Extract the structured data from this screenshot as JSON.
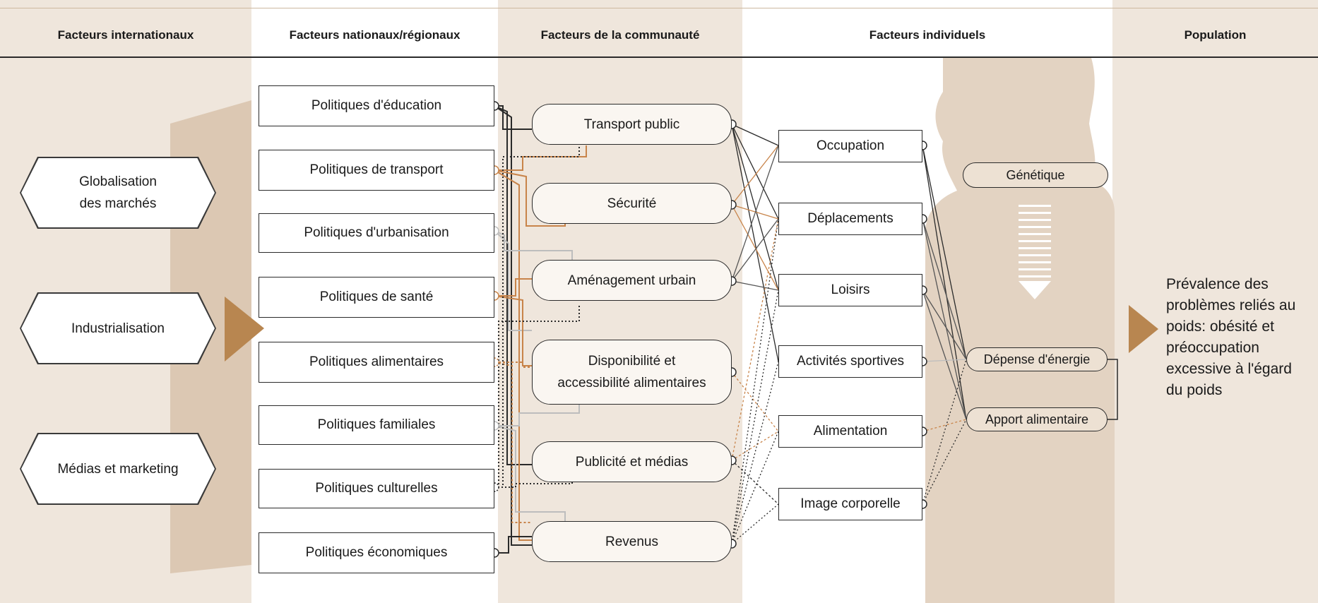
{
  "columns": [
    {
      "label": "Facteurs internationaux"
    },
    {
      "label": "Facteurs nationaux/régionaux"
    },
    {
      "label": "Facteurs de la communauté"
    },
    {
      "label": "Facteurs individuels"
    },
    {
      "label": "Population"
    }
  ],
  "international": [
    {
      "label": "Globalisation\ndes marchés"
    },
    {
      "label": "Industrialisation"
    },
    {
      "label": "Médias et marketing"
    }
  ],
  "national": [
    {
      "label": "Politiques d'éducation"
    },
    {
      "label": "Politiques de transport"
    },
    {
      "label": "Politiques d'urbanisation"
    },
    {
      "label": "Politiques de santé"
    },
    {
      "label": "Politiques alimentaires"
    },
    {
      "label": "Politiques familiales"
    },
    {
      "label": "Politiques culturelles"
    },
    {
      "label": "Politiques économiques"
    }
  ],
  "community": [
    {
      "label": "Transport public"
    },
    {
      "label": "Sécurité"
    },
    {
      "label": "Aménagement urbain"
    },
    {
      "label": "Disponibilité et\naccessibilité alimentaires"
    },
    {
      "label": "Publicité et médias"
    },
    {
      "label": "Revenus"
    }
  ],
  "individual": [
    {
      "label": "Occupation"
    },
    {
      "label": "Déplacements"
    },
    {
      "label": "Loisirs"
    },
    {
      "label": "Activités sportives"
    },
    {
      "label": "Alimentation"
    },
    {
      "label": "Image corporelle"
    }
  ],
  "genetics": {
    "label": "Génétique"
  },
  "energy": {
    "expenditure": "Dépense d'énergie",
    "intake": "Apport alimentaire"
  },
  "outcome": {
    "text": "Prévalence des problèmes reliés au poids: obésité et préoccupation excessive à l'égard du poids"
  },
  "colors": {
    "beige": "#efe6dc",
    "arrow": "#b88650",
    "silhouette": "#e3d3c2",
    "orange_line": "#c8844a",
    "grey_line": "#bdbdbd"
  }
}
